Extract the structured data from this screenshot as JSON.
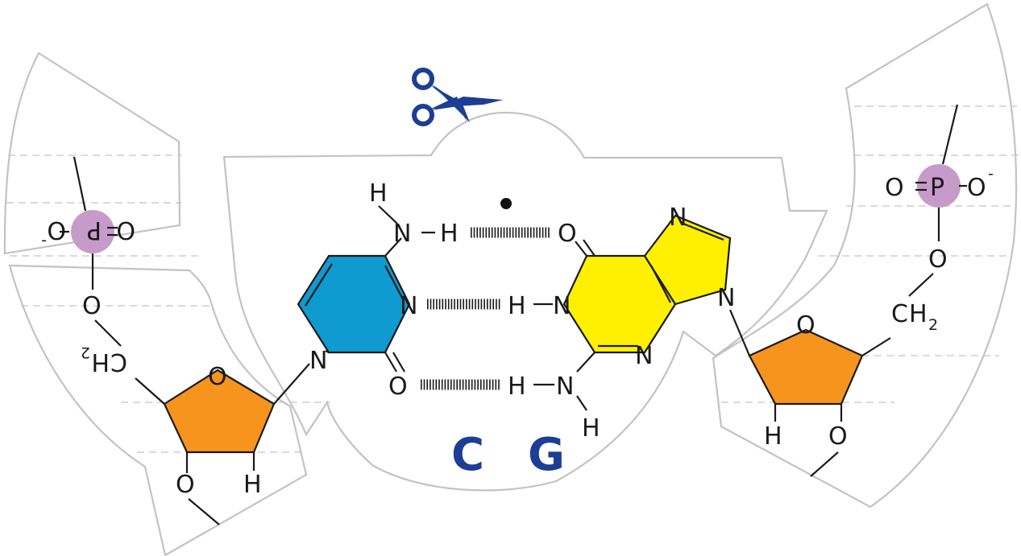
{
  "colors": {
    "cytosine_fill": "#0f9ad0",
    "guanine_fill": "#fff000",
    "sugar_fill": "#f7941d",
    "phosphate_fill": "#c79bc9",
    "base_letter": "#1c3e94",
    "scissors": "#1c3e94",
    "outline": "#c3c3c3"
  },
  "icons": {
    "scissors": "scissors-icon",
    "radical_dot": "dot-icon"
  },
  "bases": {
    "left_letter": "C",
    "right_letter": "G"
  },
  "atoms": {
    "H": "H",
    "N": "N",
    "O": "O",
    "P": "P",
    "C": "C",
    "minus": "-",
    "ch2_sub": "2"
  },
  "dashes": {
    "nh": "N–H",
    "hn": "H–N",
    "po": "P–O"
  }
}
